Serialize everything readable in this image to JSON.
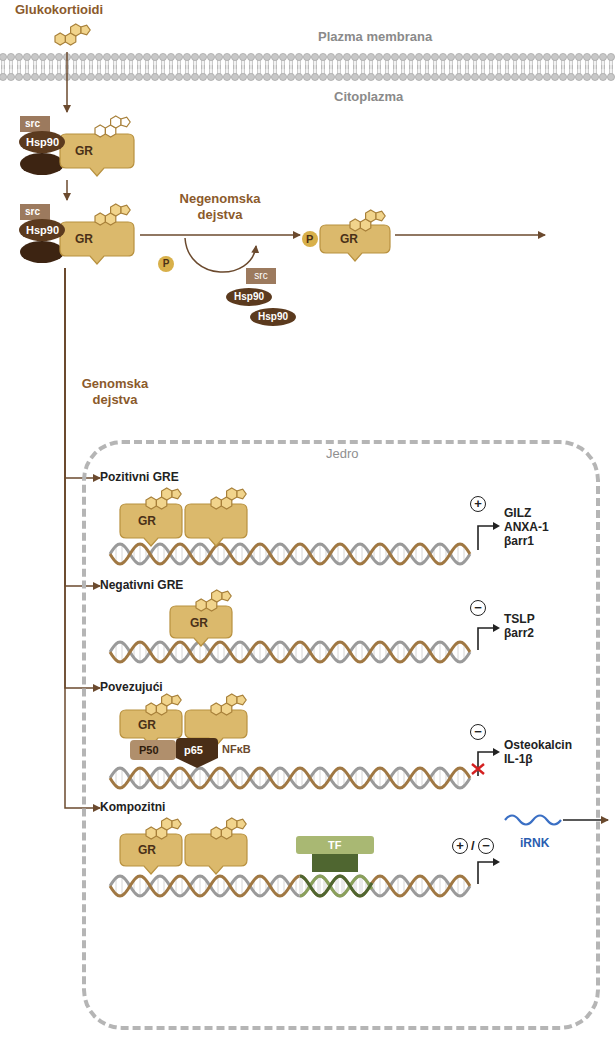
{
  "diagram": {
    "nodes": [
      {
        "text": [
          "Glukokortioidi"
        ]
      },
      {
        "text": [
          "src",
          "Hsp90",
          "GR"
        ]
      },
      {
        "text": [
          "src",
          "Hsp90",
          "GR"
        ]
      },
      {
        "text": [
          "P",
          "GR"
        ]
      },
      {
        "text": [
          "Jedro"
        ]
      },
      {
        "text": [
          "Pozitivni GRE",
          "GR",
          "GILZ ANXA-1 βarr1"
        ],
        "in": 4
      },
      {
        "text": [
          "Negativni GRE",
          "GR",
          "TSLP βarr2"
        ],
        "in": 4
      },
      {
        "text": [
          "Povezujući",
          "GR",
          "P50",
          "p65",
          "NFκB",
          "Osteokalcin IL-1β"
        ],
        "in": 4
      },
      {
        "text": [
          "Kompozitni",
          "GR",
          "TF",
          "iRNK"
        ],
        "in": 4
      }
    ],
    "edges": [
      {
        "from": 0,
        "to": 1,
        "arrow": "to"
      },
      {
        "from": 1,
        "to": 2,
        "arrow": "to"
      },
      {
        "from": 2,
        "to": 3,
        "arrow": "to",
        "label": "Negenomska dejstva"
      },
      {
        "from": 2,
        "to": 5,
        "arrow": "to"
      },
      {
        "from": 2,
        "to": 6,
        "arrow": "to"
      },
      {
        "from": 2,
        "to": 7,
        "arrow": "to"
      },
      {
        "from": 2,
        "to": 8,
        "arrow": "to"
      }
    ],
    "labels": [
      "Plazma membrana",
      "Citoplazma",
      "Genomska dejstva",
      "P",
      "src",
      "Hsp90",
      "Hsp90",
      "+",
      "−",
      "−",
      "+",
      "/",
      "−"
    ]
  }
}
